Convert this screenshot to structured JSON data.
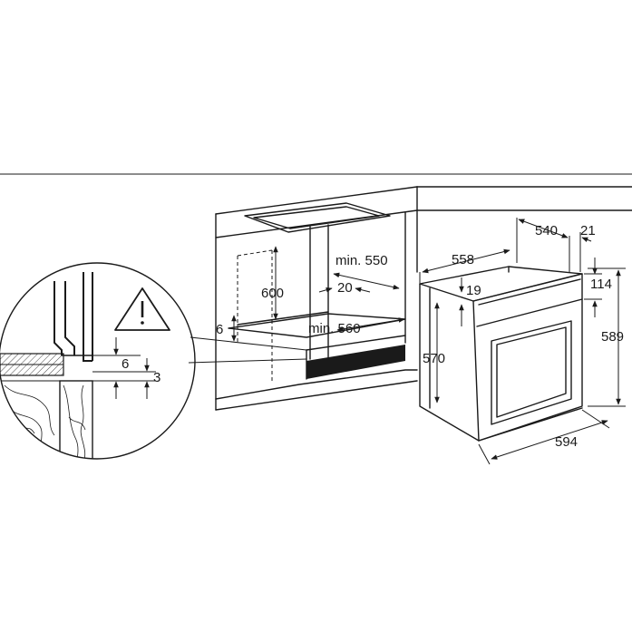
{
  "dimensions": {
    "oven_depth_body": "540",
    "oven_depth_front": "21",
    "oven_depth_total": "558",
    "niche_depth": "min. 550",
    "niche_offset": "20",
    "niche_width": "min. 560",
    "niche_height": "600",
    "floor_gap": "6",
    "top_offset": "19",
    "panel_height": "114",
    "oven_height": "589",
    "oven_body_height": "570",
    "oven_width": "594",
    "detail_gap": "6",
    "detail_offset": "3"
  },
  "icons": {
    "warning": "warning-triangle-icon"
  }
}
